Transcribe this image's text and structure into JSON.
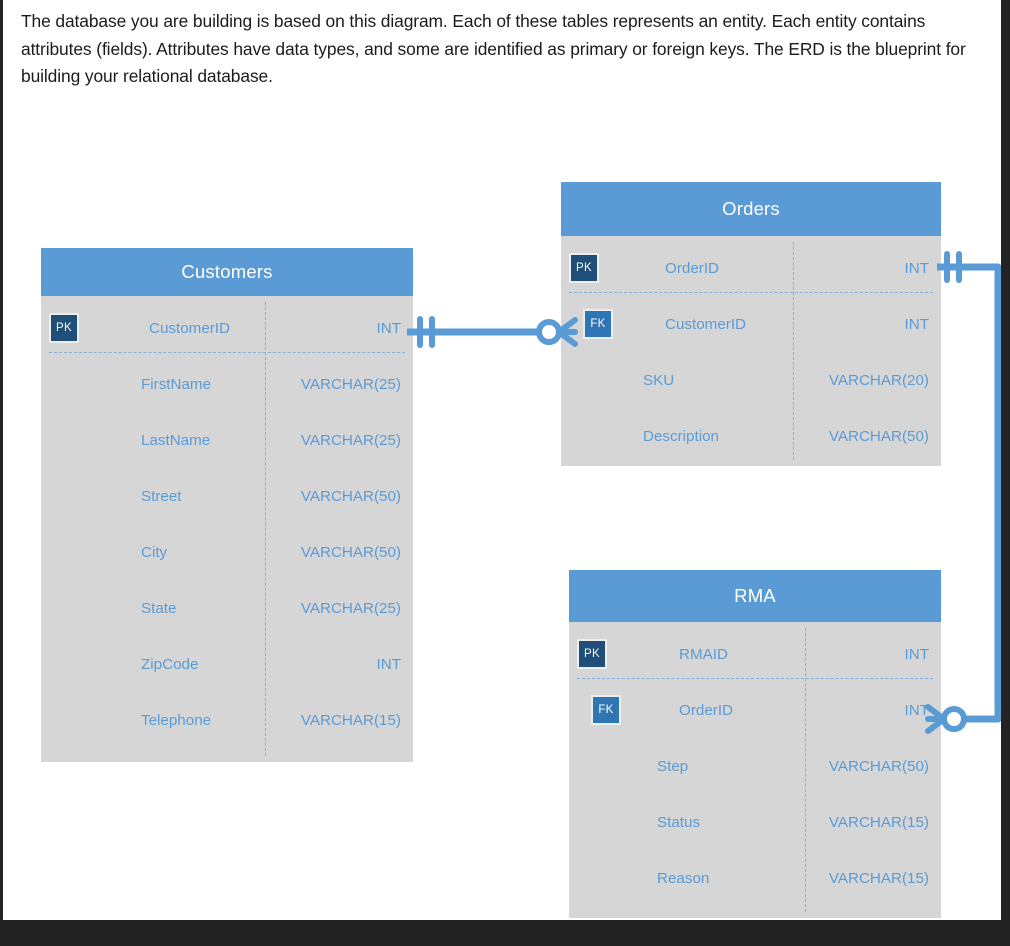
{
  "intro": {
    "text": "The database you are building is based on this diagram. Each of these tables represents an entity. Each entity contains attributes (fields). Attributes have data types, and some are identified as primary or foreign keys. The ERD is the blueprint for building your relational database."
  },
  "theme": {
    "header_blue": "#5B9BD5",
    "body_gray": "#d6d6d6",
    "text_blue": "#5B9BD5",
    "pk_badge": "#1F4E79",
    "fk_badge": "#2E75B6",
    "connector_blue": "#5B9BD5",
    "page_border": "#232323"
  },
  "diagram": {
    "type": "entity-relationship-diagram",
    "notation": "crows-foot",
    "tables": [
      {
        "name": "Customers",
        "columns": [
          {
            "key": "PK",
            "name": "CustomerID",
            "type": "INT"
          },
          {
            "key": "",
            "name": "FirstName",
            "type": "VARCHAR(25)"
          },
          {
            "key": "",
            "name": "LastName",
            "type": "VARCHAR(25)"
          },
          {
            "key": "",
            "name": "Street",
            "type": "VARCHAR(50)"
          },
          {
            "key": "",
            "name": "City",
            "type": "VARCHAR(50)"
          },
          {
            "key": "",
            "name": "State",
            "type": "VARCHAR(25)"
          },
          {
            "key": "",
            "name": "ZipCode",
            "type": "INT"
          },
          {
            "key": "",
            "name": "Telephone",
            "type": "VARCHAR(15)"
          }
        ]
      },
      {
        "name": "Orders",
        "columns": [
          {
            "key": "PK",
            "name": "OrderID",
            "type": "INT"
          },
          {
            "key": "FK",
            "name": "CustomerID",
            "type": "INT"
          },
          {
            "key": "",
            "name": "SKU",
            "type": "VARCHAR(20)"
          },
          {
            "key": "",
            "name": "Description",
            "type": "VARCHAR(50)"
          }
        ]
      },
      {
        "name": "RMA",
        "columns": [
          {
            "key": "PK",
            "name": "RMAID",
            "type": "INT"
          },
          {
            "key": "FK",
            "name": "OrderID",
            "type": "INT"
          },
          {
            "key": "",
            "name": "Step",
            "type": "VARCHAR(50)"
          },
          {
            "key": "",
            "name": "Status",
            "type": "VARCHAR(15)"
          },
          {
            "key": "",
            "name": "Reason",
            "type": "VARCHAR(15)"
          }
        ]
      }
    ],
    "relationships": [
      {
        "from_table": "Customers",
        "from_column": "CustomerID",
        "from_cardinality": "one-and-only-one",
        "to_table": "Orders",
        "to_column": "CustomerID",
        "to_cardinality": "zero-or-many"
      },
      {
        "from_table": "Orders",
        "from_column": "OrderID",
        "from_cardinality": "one-and-only-one",
        "to_table": "RMA",
        "to_column": "OrderID",
        "to_cardinality": "zero-or-many"
      }
    ]
  }
}
